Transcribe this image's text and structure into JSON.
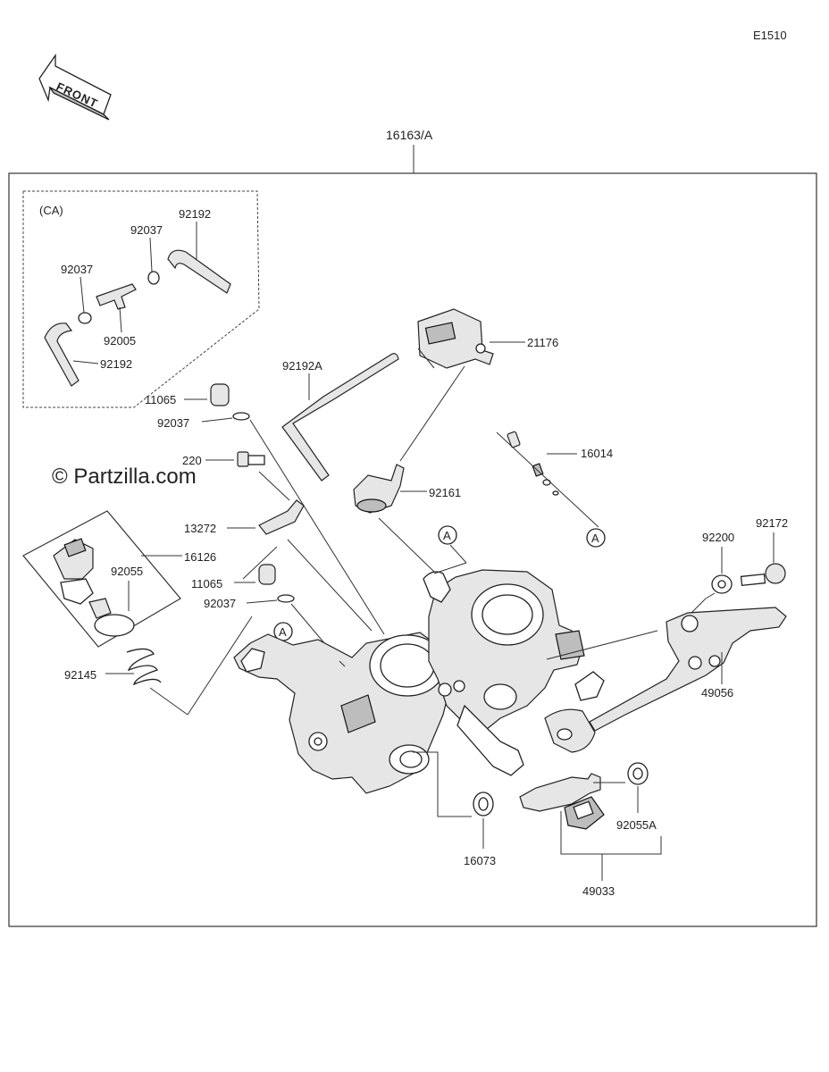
{
  "diagram_code": "E1510",
  "front_label": "FRONT",
  "watermark": "© Partzilla.com",
  "ca_label": "(CA)",
  "callout_a": "A",
  "parts": {
    "p16163a": "16163/A",
    "p92192_top": "92192",
    "p92037_ca_top": "92037",
    "p92037_ca_left": "92037",
    "p92005": "92005",
    "p92192_bottom": "92192",
    "p21176": "21176",
    "p92192a": "92192A",
    "p11065_top": "11065",
    "p92037_mid": "92037",
    "p220": "220",
    "p16014": "16014",
    "p92161": "92161",
    "p13272": "13272",
    "p16126": "16126",
    "p92055": "92055",
    "p11065_low": "11065",
    "p92037_low": "92037",
    "p92200": "92200",
    "p92172": "92172",
    "p92145": "92145",
    "p49056": "49056",
    "p16073": "16073",
    "p92055a": "92055A",
    "p49033": "49033"
  }
}
